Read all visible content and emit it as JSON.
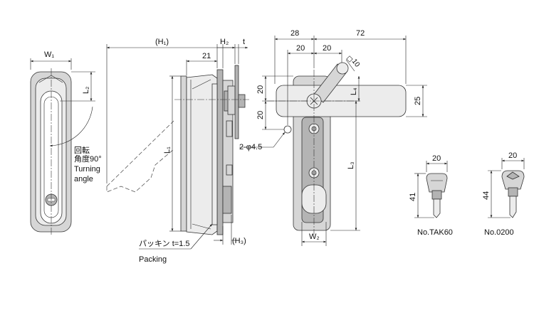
{
  "front_view": {
    "dim_width": "W₁",
    "dim_l2": "L₂",
    "rotation_jp_1": "回転",
    "rotation_jp_2": "角度90°",
    "rotation_en_1": "Turning",
    "rotation_en_2": "angle"
  },
  "side_view": {
    "dim_h1": "(H₁)",
    "dim_h2": "H₂",
    "dim_t": "t",
    "dim_21": "21",
    "dim_l1": "L₁",
    "dim_h3": "(H₃)",
    "packing_jp": "パッキン t=1.5",
    "packing_en": "Packing"
  },
  "rear_view": {
    "dim_28": "28",
    "dim_72": "72",
    "dim_20_a": "20",
    "dim_20_b": "20",
    "dim_10": "10",
    "dim_20_v1": "20",
    "dim_20_v2": "20",
    "dim_l4": "L₄",
    "dim_25": "25",
    "dim_hole": "2-φ4.5",
    "dim_l3": "L₃",
    "dim_w2": "W₂"
  },
  "keys": [
    {
      "dim_width": "20",
      "dim_length": "41",
      "label": "No.TAK60"
    },
    {
      "dim_width": "20",
      "dim_length": "44",
      "label": "No.0200"
    }
  ]
}
